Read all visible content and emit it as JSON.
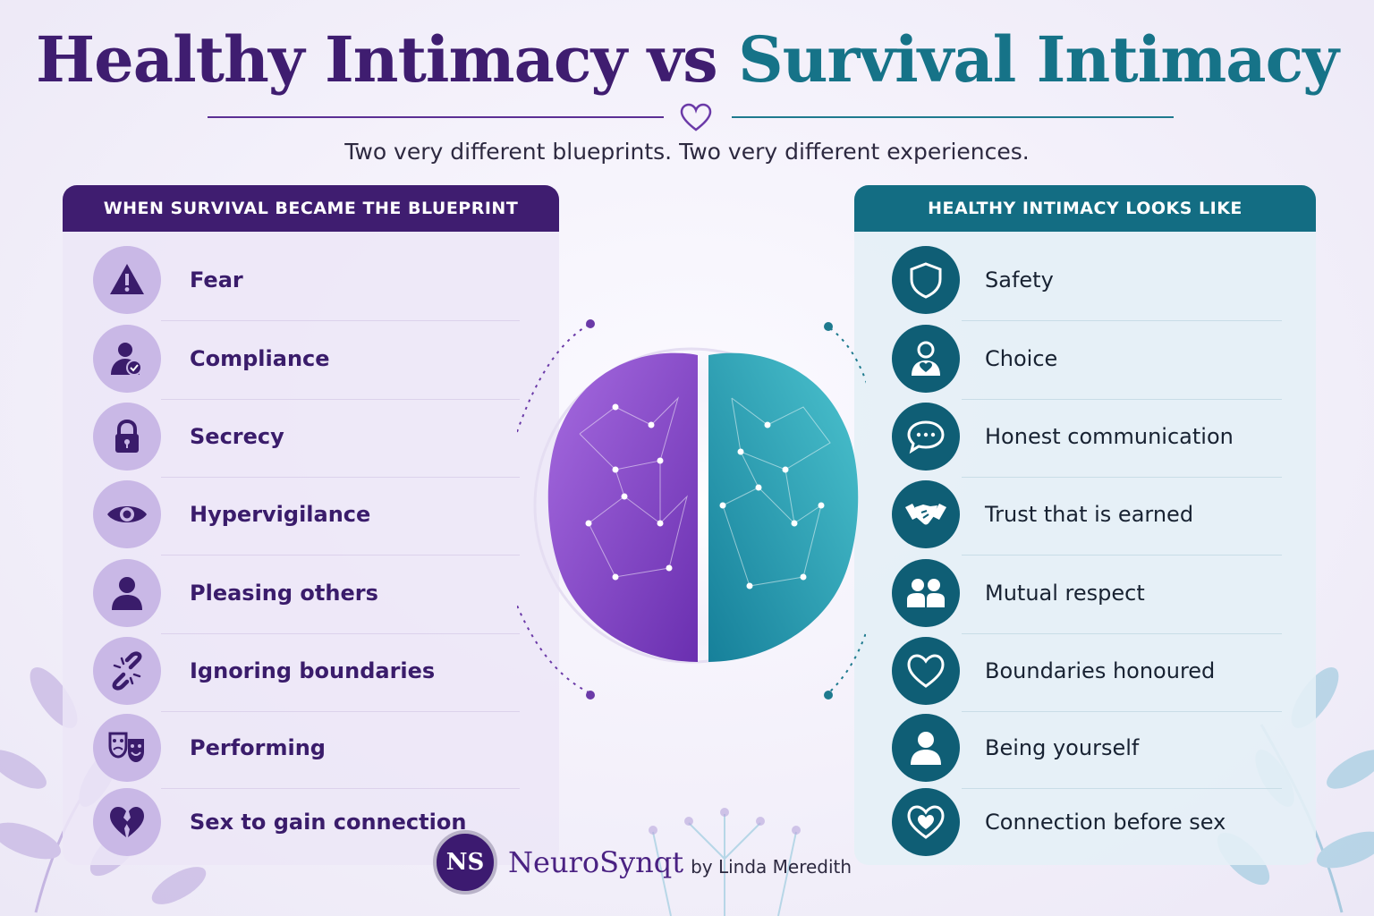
{
  "title": {
    "part1": "Healthy Intimacy",
    "part2": "vs",
    "part3": "Survival Intimacy"
  },
  "subtitle": "Two very different blueprints. Two very different experiences.",
  "left_panel": {
    "header": "WHEN SURVIVAL BECAME THE BLUEPRINT",
    "items": [
      {
        "label": "Fear",
        "icon": "warning-icon"
      },
      {
        "label": "Compliance",
        "icon": "person-check-icon"
      },
      {
        "label": "Secrecy",
        "icon": "lock-icon"
      },
      {
        "label": "Hypervigilance",
        "icon": "eye-icon"
      },
      {
        "label": "Pleasing others",
        "icon": "person-icon"
      },
      {
        "label": "Ignoring boundaries",
        "icon": "broken-link-icon"
      },
      {
        "label": "Performing",
        "icon": "theater-masks-icon"
      },
      {
        "label": "Sex to gain connection",
        "icon": "broken-heart-icon"
      }
    ]
  },
  "right_panel": {
    "header": "HEALTHY INTIMACY LOOKS LIKE",
    "items": [
      {
        "label": "Safety",
        "icon": "shield-icon"
      },
      {
        "label": "Choice",
        "icon": "person-heart-icon"
      },
      {
        "label": "Honest communication",
        "icon": "chat-bubble-icon"
      },
      {
        "label": "Trust that is earned",
        "icon": "handshake-icon"
      },
      {
        "label": "Mutual respect",
        "icon": "two-people-icon"
      },
      {
        "label": "Boundaries honoured",
        "icon": "heart-icon"
      },
      {
        "label": "Being yourself",
        "icon": "person-icon"
      },
      {
        "label": "Connection before sex",
        "icon": "double-heart-icon"
      }
    ]
  },
  "footer": {
    "logo_text": "NS",
    "brand": "NeuroSynqt",
    "byline": "by Linda Meredith"
  },
  "colors": {
    "purple": "#3f1d70",
    "teal": "#136d83",
    "left_icon_bg": "#c9b8e6",
    "right_icon_bg": "#0f5e75"
  }
}
